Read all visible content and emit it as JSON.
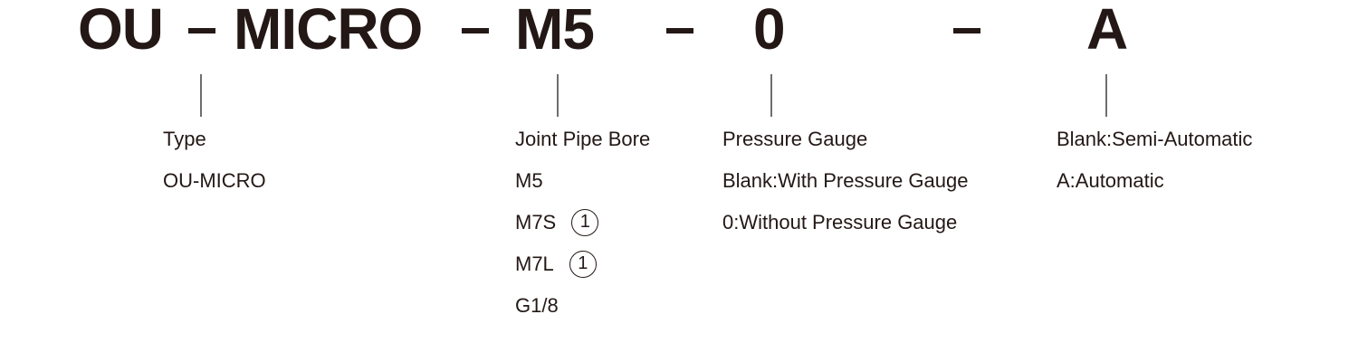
{
  "code": {
    "parts": [
      "OU",
      "MICRO",
      "M5",
      "0",
      "A"
    ]
  },
  "fields": {
    "type": {
      "title": "Type",
      "options": [
        "OU-MICRO"
      ]
    },
    "bore": {
      "title": "Joint Pipe Bore",
      "options": [
        {
          "label": "M5",
          "note": ""
        },
        {
          "label": "M7S",
          "note": "1"
        },
        {
          "label": "M7L",
          "note": "1"
        },
        {
          "label": "G1/8",
          "note": ""
        }
      ]
    },
    "gauge": {
      "title": "Pressure Gauge",
      "options": [
        "Blank:With Pressure Gauge",
        "0:Without Pressure Gauge"
      ]
    },
    "mode": {
      "title": "Blank:Semi-Automatic",
      "options": [
        "A:Automatic"
      ]
    }
  }
}
